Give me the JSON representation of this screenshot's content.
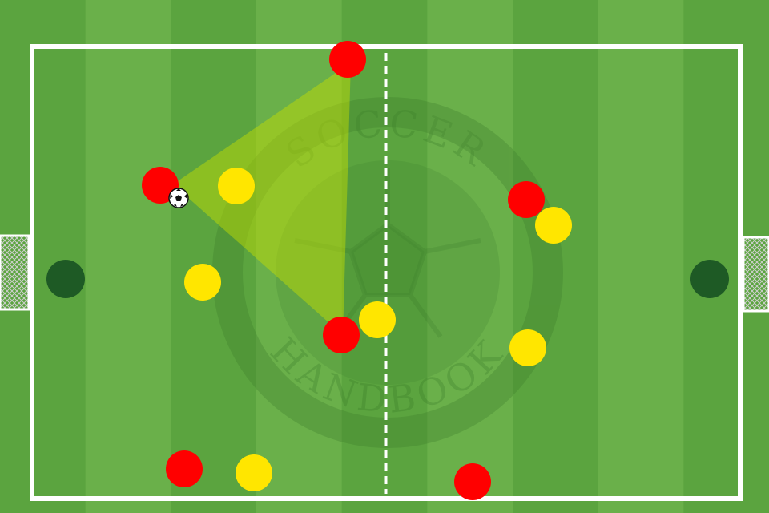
{
  "pitch": {
    "grass_light": "#6ab04a",
    "grass_dark": "#4f9a36",
    "line_color": "#ffffff",
    "stripes": 9
  },
  "watermark": {
    "text_top": "SOCCER",
    "text_bottom": "HANDBOOK",
    "color": "#2f6f22"
  },
  "teams": {
    "red": {
      "color": "#ff0000"
    },
    "yellow": {
      "color": "#ffe600"
    },
    "goalkeeper": {
      "color": "#1e5a25"
    }
  },
  "players": [
    {
      "team": "red",
      "name": "red-player-top-center"
    },
    {
      "team": "red",
      "name": "red-player-ball-carrier"
    },
    {
      "team": "red",
      "name": "red-player-center-low"
    },
    {
      "team": "red",
      "name": "red-player-bottom-left"
    },
    {
      "team": "red",
      "name": "red-player-bottom-right"
    },
    {
      "team": "red",
      "name": "red-player-right-mid"
    },
    {
      "team": "yellow",
      "name": "yellow-player-left-top"
    },
    {
      "team": "yellow",
      "name": "yellow-player-left-mid"
    },
    {
      "team": "yellow",
      "name": "yellow-player-center-low"
    },
    {
      "team": "yellow",
      "name": "yellow-player-bottom-left"
    },
    {
      "team": "yellow",
      "name": "yellow-player-right-top"
    },
    {
      "team": "yellow",
      "name": "yellow-player-right-low"
    },
    {
      "team": "goalkeeper",
      "name": "goalkeeper-left"
    },
    {
      "team": "goalkeeper",
      "name": "goalkeeper-right"
    }
  ],
  "passing_triangle": {
    "color": "#c8e000",
    "opacity": 0.45
  },
  "ball": {
    "icon": "soccer-ball-icon"
  }
}
